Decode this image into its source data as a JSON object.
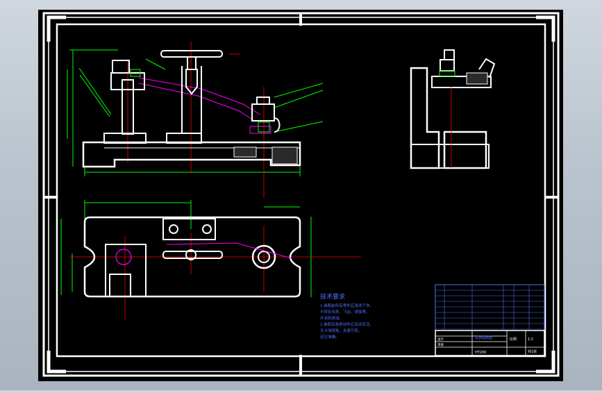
{
  "colors": {
    "background": "#000000",
    "frame": "#ffffff",
    "dimension": "#00ff00",
    "centerline": "#ff0000",
    "hidden": "#ff00ff",
    "title_block": "#4f6fff",
    "notes": "#4f6fff"
  },
  "icons": {
    "fastening_wheel": "circle-cross",
    "bolt_head": "hex-head"
  },
  "notes": {
    "heading": "技术要求",
    "lines": [
      "1.装配前所有零件应清洗干净，",
      "不得有毛刺、飞边、锈蚀等，",
      "并涂防锈油。",
      "2.装配后各移动件应运动灵活，",
      "无卡滞现象，夹紧可靠，",
      "定位准确。"
    ]
  },
  "title_block": {
    "drawing_title": "夹具装配图",
    "scale": "1:1",
    "sheet": "共1张",
    "company_label": "比例",
    "material_label": "HT200",
    "designer": "设计",
    "checker": "审核"
  }
}
